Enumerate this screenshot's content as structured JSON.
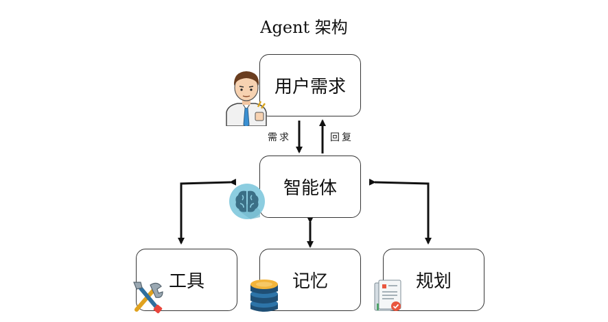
{
  "title": "Agent 架构",
  "nodes": {
    "user": "用户需求",
    "agent": "智能体",
    "tools": "工具",
    "memory": "记忆",
    "planning": "规划"
  },
  "edges": {
    "request": "需求",
    "reply": "回复"
  },
  "icons": {
    "user": "businessman-icon",
    "agent": "brain-icon",
    "tools": "tools-icon",
    "memory": "database-icon",
    "planning": "document-checklist-icon"
  }
}
